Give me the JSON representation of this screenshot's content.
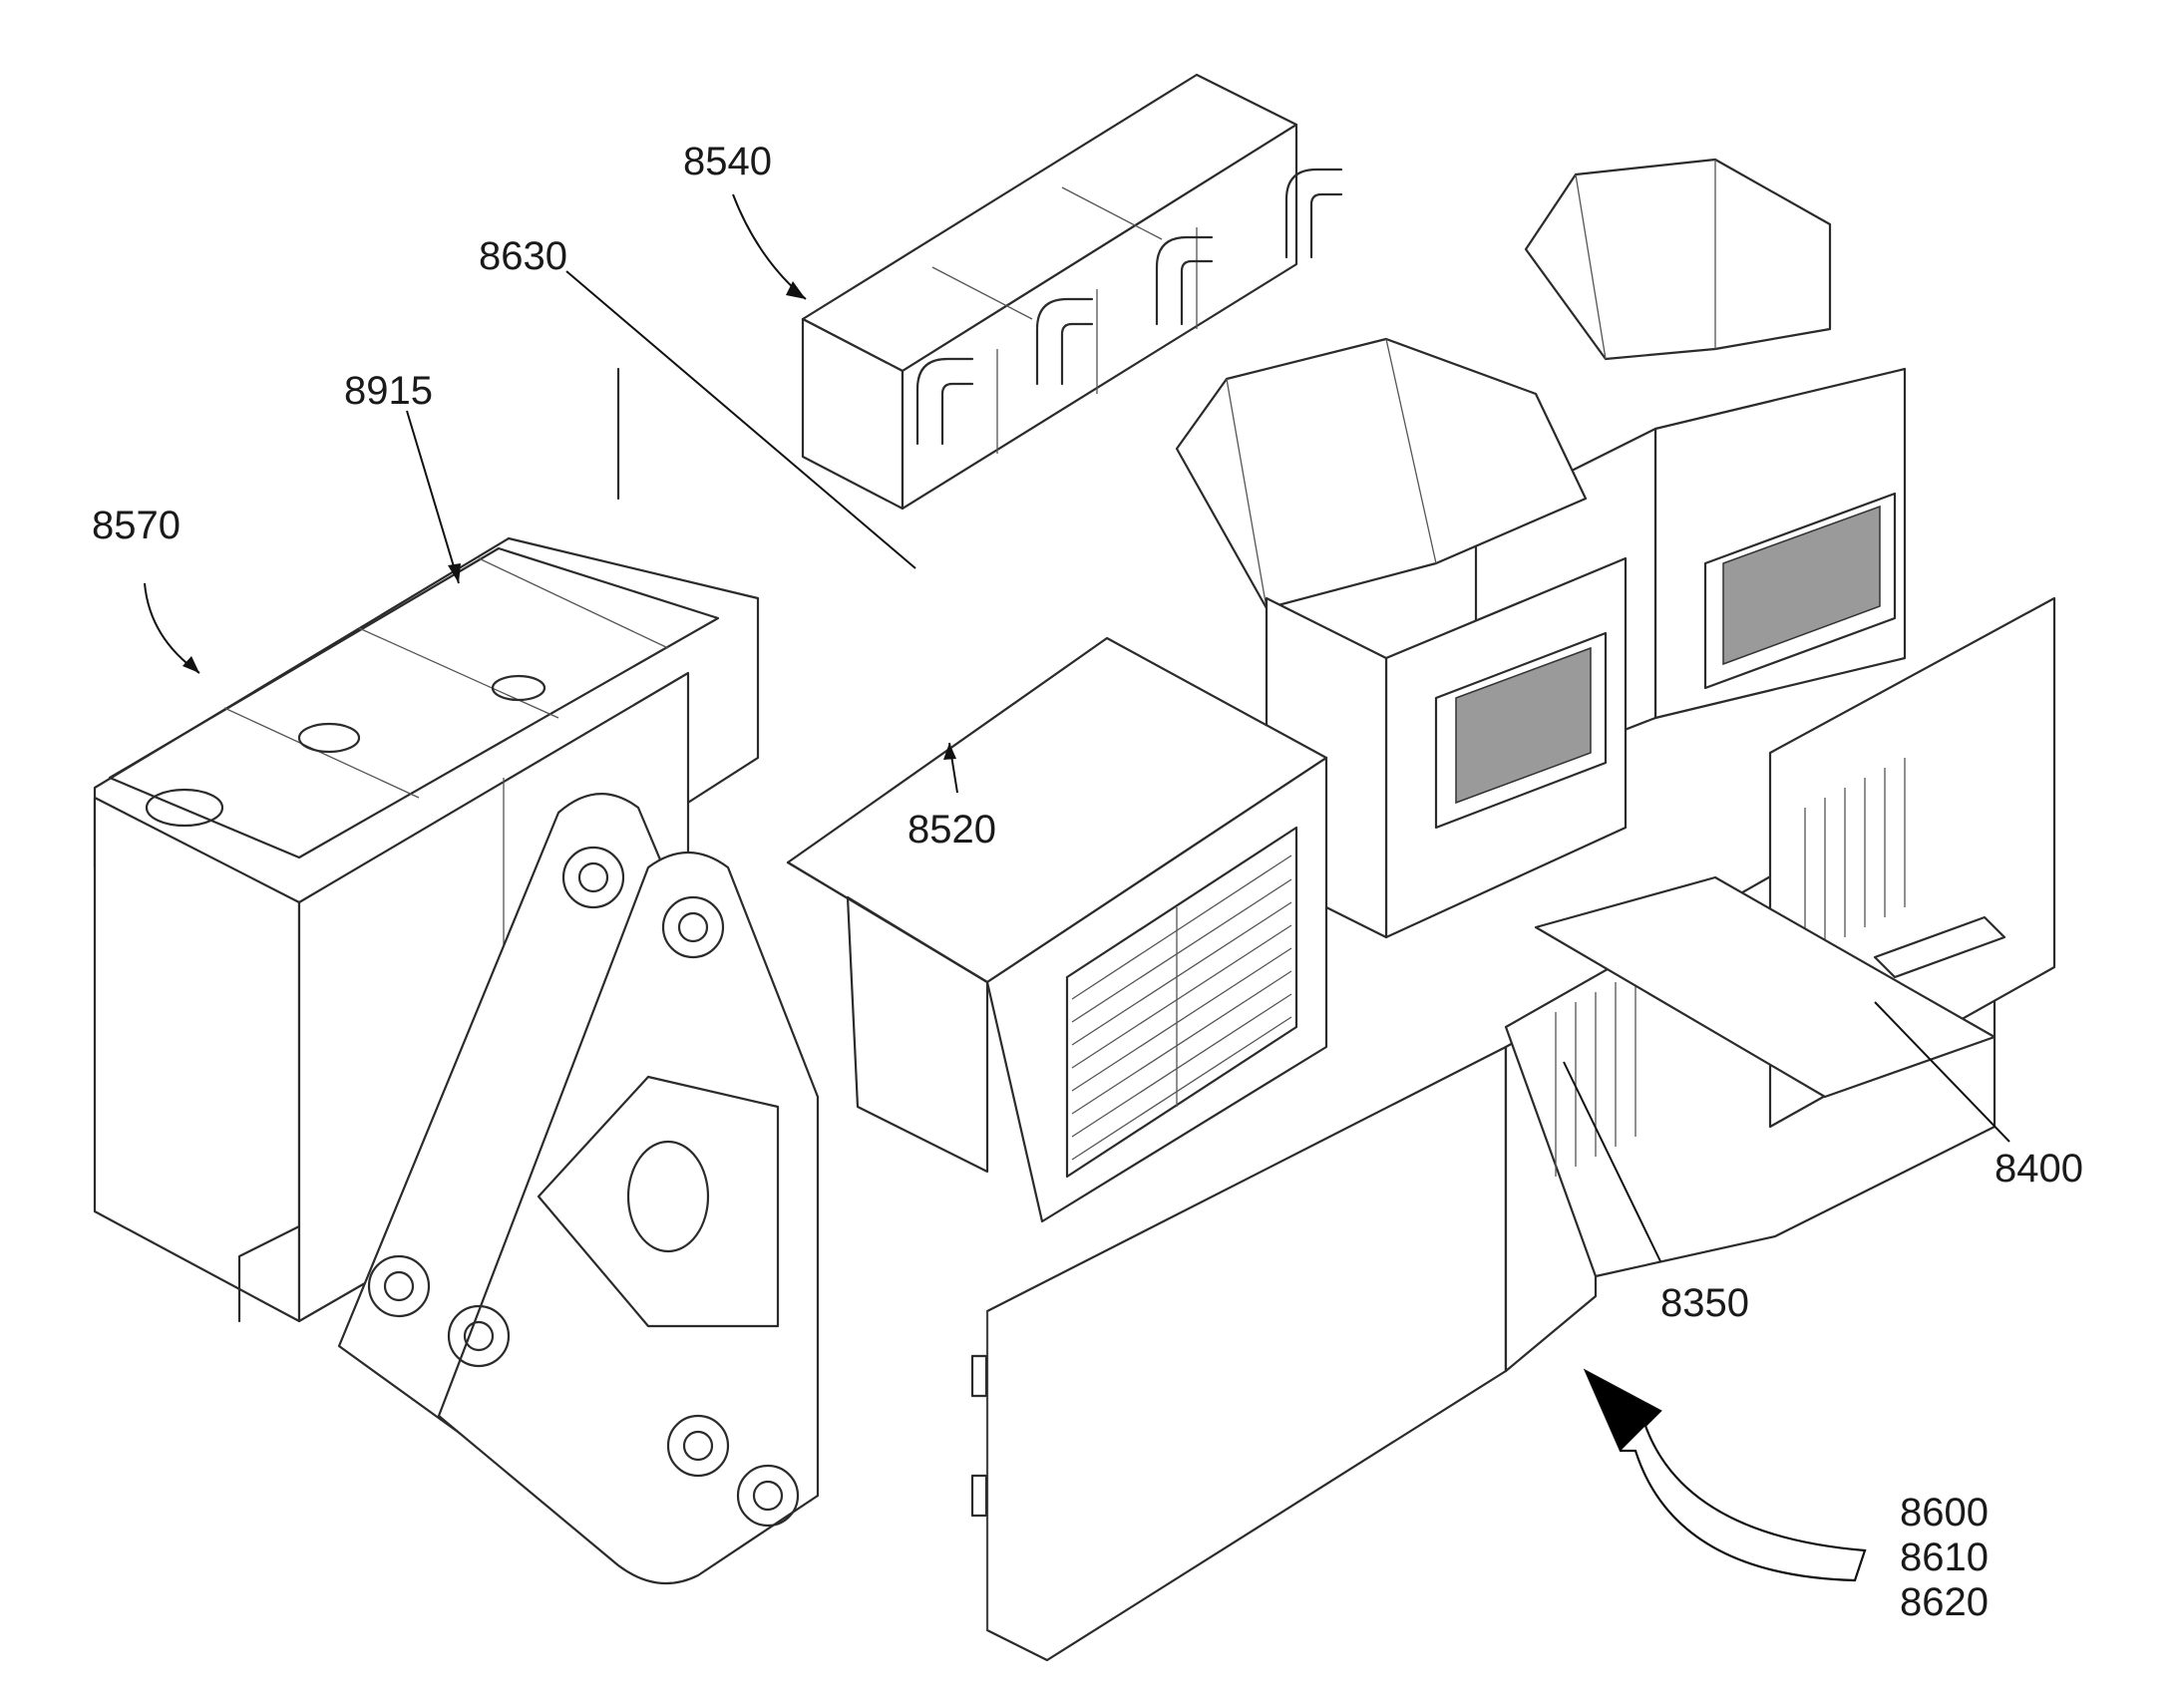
{
  "figure": {
    "callouts": [
      {
        "id": "ref-8540",
        "label": "8540"
      },
      {
        "id": "ref-8630",
        "label": "8630"
      },
      {
        "id": "ref-8915",
        "label": "8915"
      },
      {
        "id": "ref-8570",
        "label": "8570"
      },
      {
        "id": "ref-8520",
        "label": "8520"
      },
      {
        "id": "ref-8400",
        "label": "8400"
      },
      {
        "id": "ref-8350",
        "label": "8350"
      },
      {
        "id": "ref-8600",
        "label": "8600"
      },
      {
        "id": "ref-8610",
        "label": "8610"
      },
      {
        "id": "ref-8620",
        "label": "8620"
      }
    ]
  }
}
